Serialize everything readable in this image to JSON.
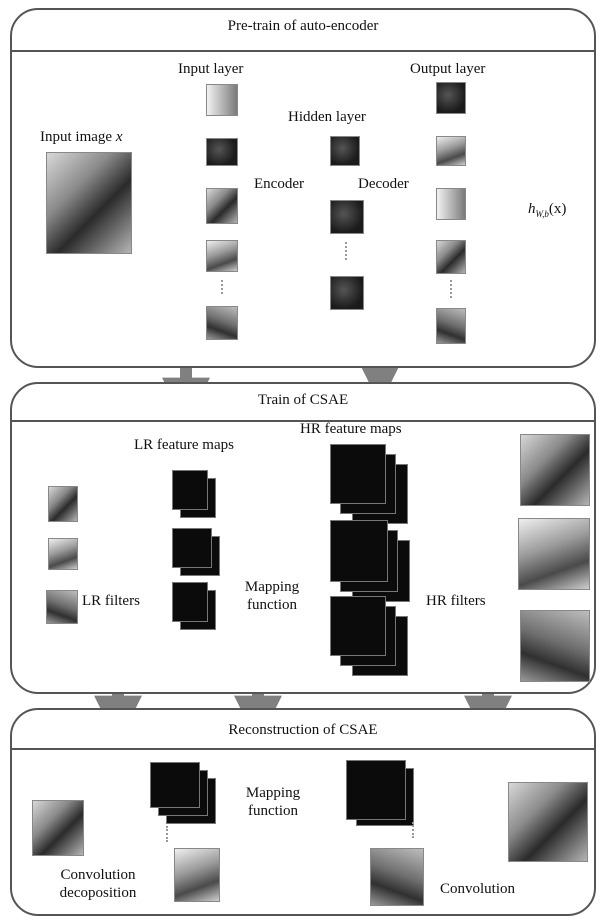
{
  "panels": {
    "pretrain": {
      "title": "Pre-train of auto-encoder",
      "input_image_label": "Input image",
      "input_image_var": "x",
      "input_layer_label": "Input layer",
      "hidden_layer_label": "Hidden layer",
      "output_layer_label": "Output layer",
      "encoder_label": "Encoder",
      "decoder_label": "Decoder",
      "output_fn": "h",
      "output_fn_sub": "W,b",
      "output_fn_arg": "(x)"
    },
    "train": {
      "title": "Train of CSAE",
      "lr_maps_label": "LR feature maps",
      "hr_maps_label": "HR feature maps",
      "lr_filters_label": "LR filters",
      "mapping_label": "Mapping function",
      "hr_filters_label": "HR filters"
    },
    "reconstruction": {
      "title": "Reconstruction of CSAE",
      "mapping_label": "Mapping function",
      "conv_decomp_label": "Convolution decoposition",
      "conv_label": "Convolution"
    }
  },
  "colors": {
    "border": "#555555",
    "arrow": "#808080",
    "feature_map": "#0b0b0b"
  }
}
